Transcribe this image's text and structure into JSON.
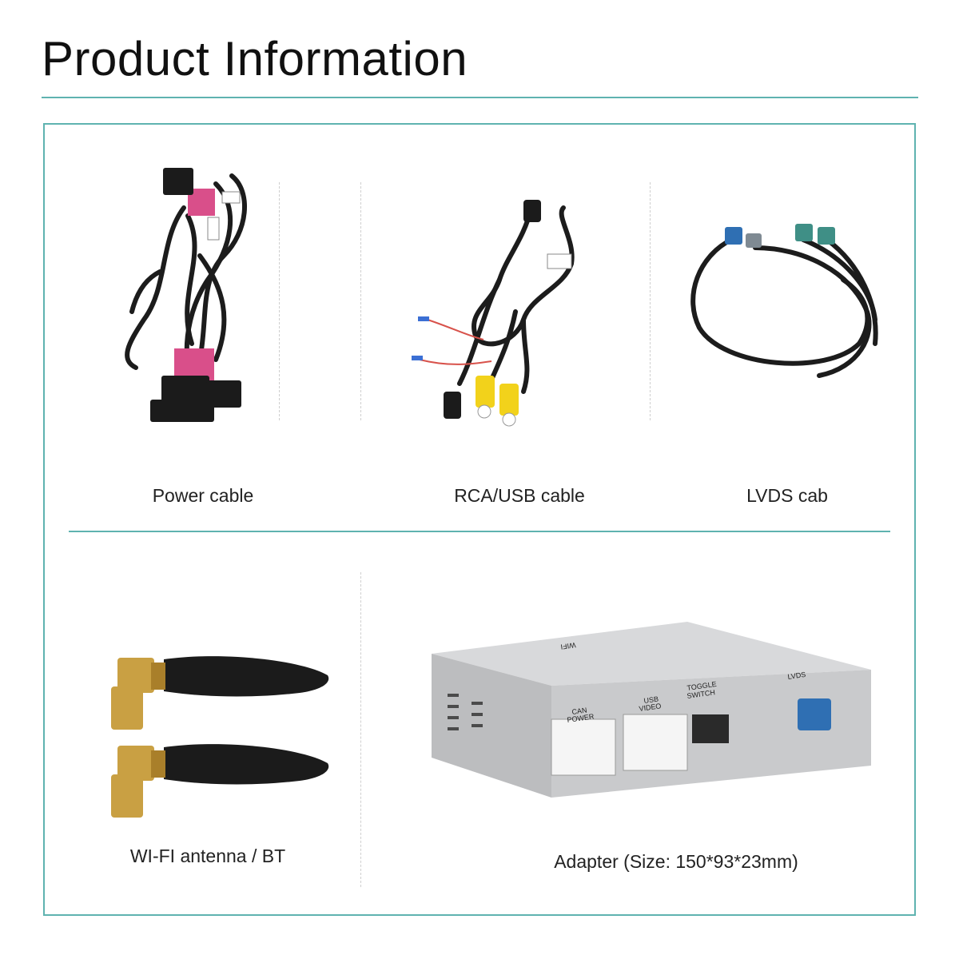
{
  "header": {
    "title": "Product Information"
  },
  "items": [
    {
      "caption": "Power cable"
    },
    {
      "caption": "RCA/USB cable"
    },
    {
      "caption": "LVDS cab"
    },
    {
      "caption": "WI-FI antenna / BT"
    },
    {
      "caption": "Adapter (Size: 150*93*23mm)"
    }
  ],
  "adapter_labels": {
    "wifi": "WIFI",
    "can_power": [
      "CAN",
      "POWER"
    ],
    "usb_video": [
      "USB",
      "VIDEO"
    ],
    "toggle_switch": [
      "TOGGLE",
      "SWITCH"
    ],
    "lvds": "LVDS"
  },
  "colors": {
    "accent": "#5fb3b0",
    "cable_black": "#1c1c1c",
    "rca_yellow": "#f2d21b",
    "fakra_blue": "#2f6fb3",
    "fakra_teal": "#3f8f86",
    "sma_gold": "#c9a043",
    "adapter_silver": "#c9cacc"
  }
}
